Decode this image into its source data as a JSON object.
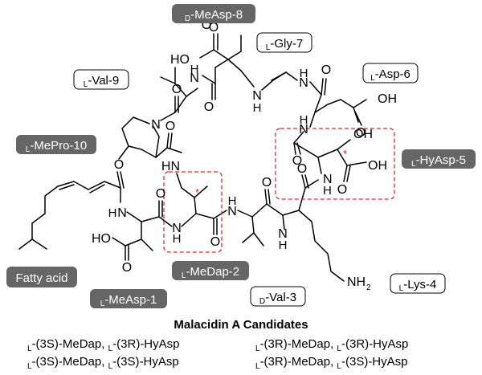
{
  "residues": {
    "d_measp_8": {
      "prefix": "D",
      "name": "-MeAsp-8"
    },
    "l_gly_7": {
      "prefix": "L",
      "name": "-Gly-7"
    },
    "l_val_9": {
      "prefix": "L",
      "name": "-Val-9"
    },
    "l_asp_6": {
      "prefix": "L",
      "name": "-Asp-6"
    },
    "l_mepro_10": {
      "prefix": "L",
      "name": "-MePro-10"
    },
    "l_hyasp_5": {
      "prefix": "L",
      "name": "-HyAsp-5"
    },
    "fatty_acid": {
      "name": "Fatty acid"
    },
    "l_medap_2": {
      "prefix": "L",
      "name": "-MeDap-2"
    },
    "l_measp_1": {
      "prefix": "L",
      "name": "-MeAsp-1"
    },
    "d_val_3": {
      "prefix": "D",
      "name": "-Val-3"
    },
    "l_lys_4": {
      "prefix": "L",
      "name": "-Lys-4"
    }
  },
  "atoms": {
    "hn": "HN",
    "h": "H",
    "n": "N",
    "o": "O",
    "oh": "OH",
    "ho": "HO",
    "nh": "NH",
    "nh2_n": "NH",
    "nh2_sub": "2",
    "star": "*"
  },
  "captions": {
    "title": "Malacidin A Candidates",
    "candidates": [
      [
        {
          "p": "L"
        },
        {
          "t": "-(3S)-MeDap, "
        },
        {
          "p": "L"
        },
        {
          "t": "-(3R)-HyAsp"
        }
      ],
      [
        {
          "p": "L"
        },
        {
          "t": "-(3R)-MeDap, "
        },
        {
          "p": "L"
        },
        {
          "t": "-(3R)-HyAsp"
        }
      ],
      [
        {
          "p": "L"
        },
        {
          "t": "-(3S)-MeDap, "
        },
        {
          "p": "L"
        },
        {
          "t": "-(3S)-HyAsp"
        }
      ],
      [
        {
          "p": "L"
        },
        {
          "t": "-(3R)-MeDap, "
        },
        {
          "p": "L"
        },
        {
          "t": "-(3S)-HyAsp"
        }
      ]
    ]
  },
  "colors": {
    "tag_dark": "#666666",
    "highlight": "#e0282e",
    "stereo_star": "#d9232a"
  }
}
